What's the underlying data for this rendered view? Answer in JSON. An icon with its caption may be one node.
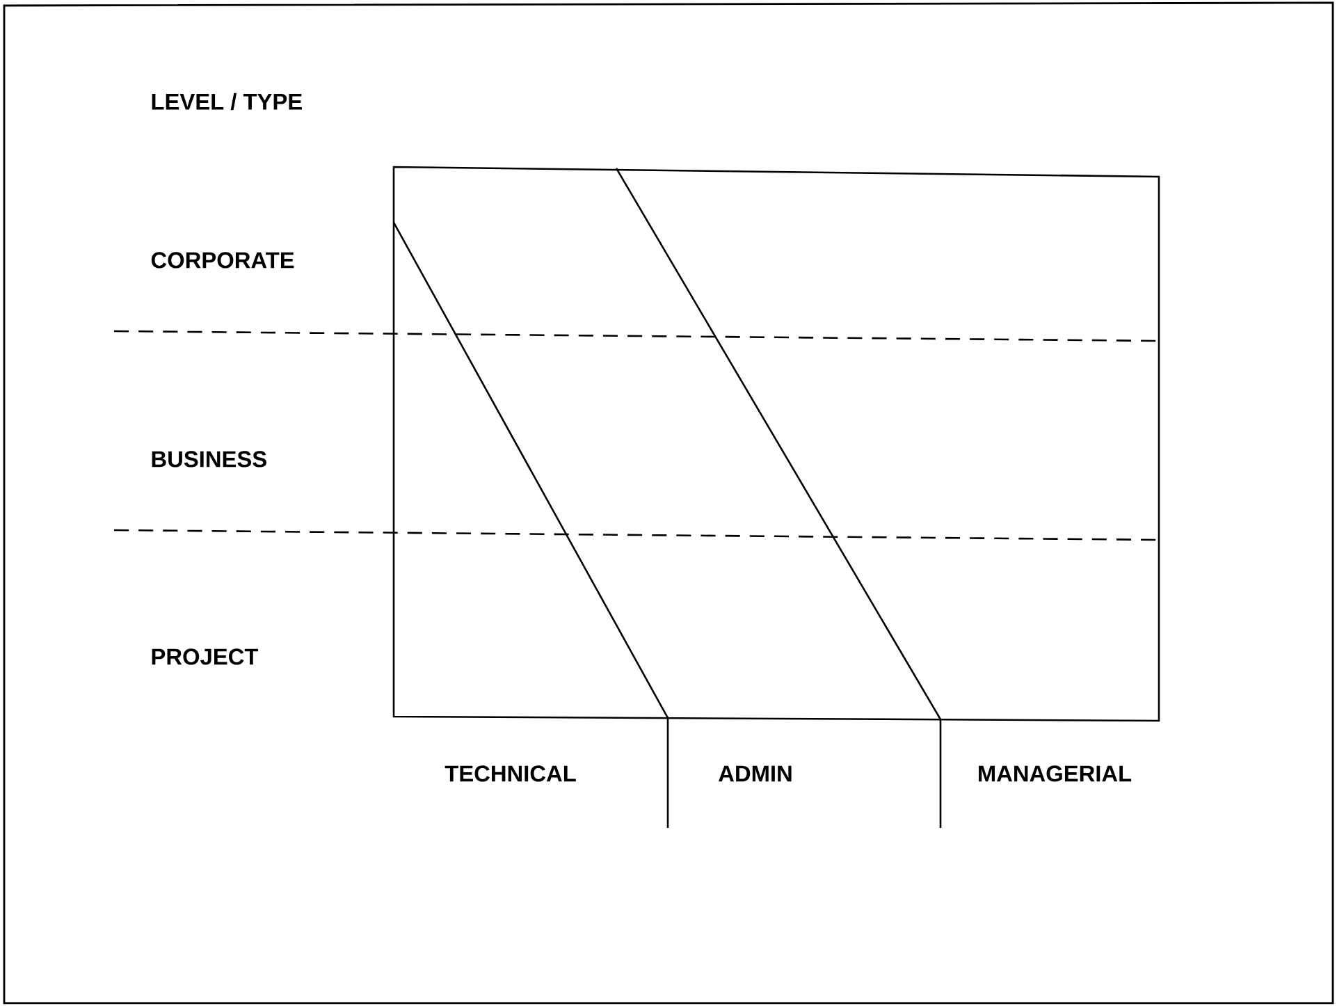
{
  "diagram": {
    "title": "LEVEL / TYPE",
    "labels": [
      "CORPORATE",
      "BUSINESS",
      "PROJECT",
      "TECHNICAL",
      "ADMIN",
      "MANAGERIAL"
    ]
  }
}
